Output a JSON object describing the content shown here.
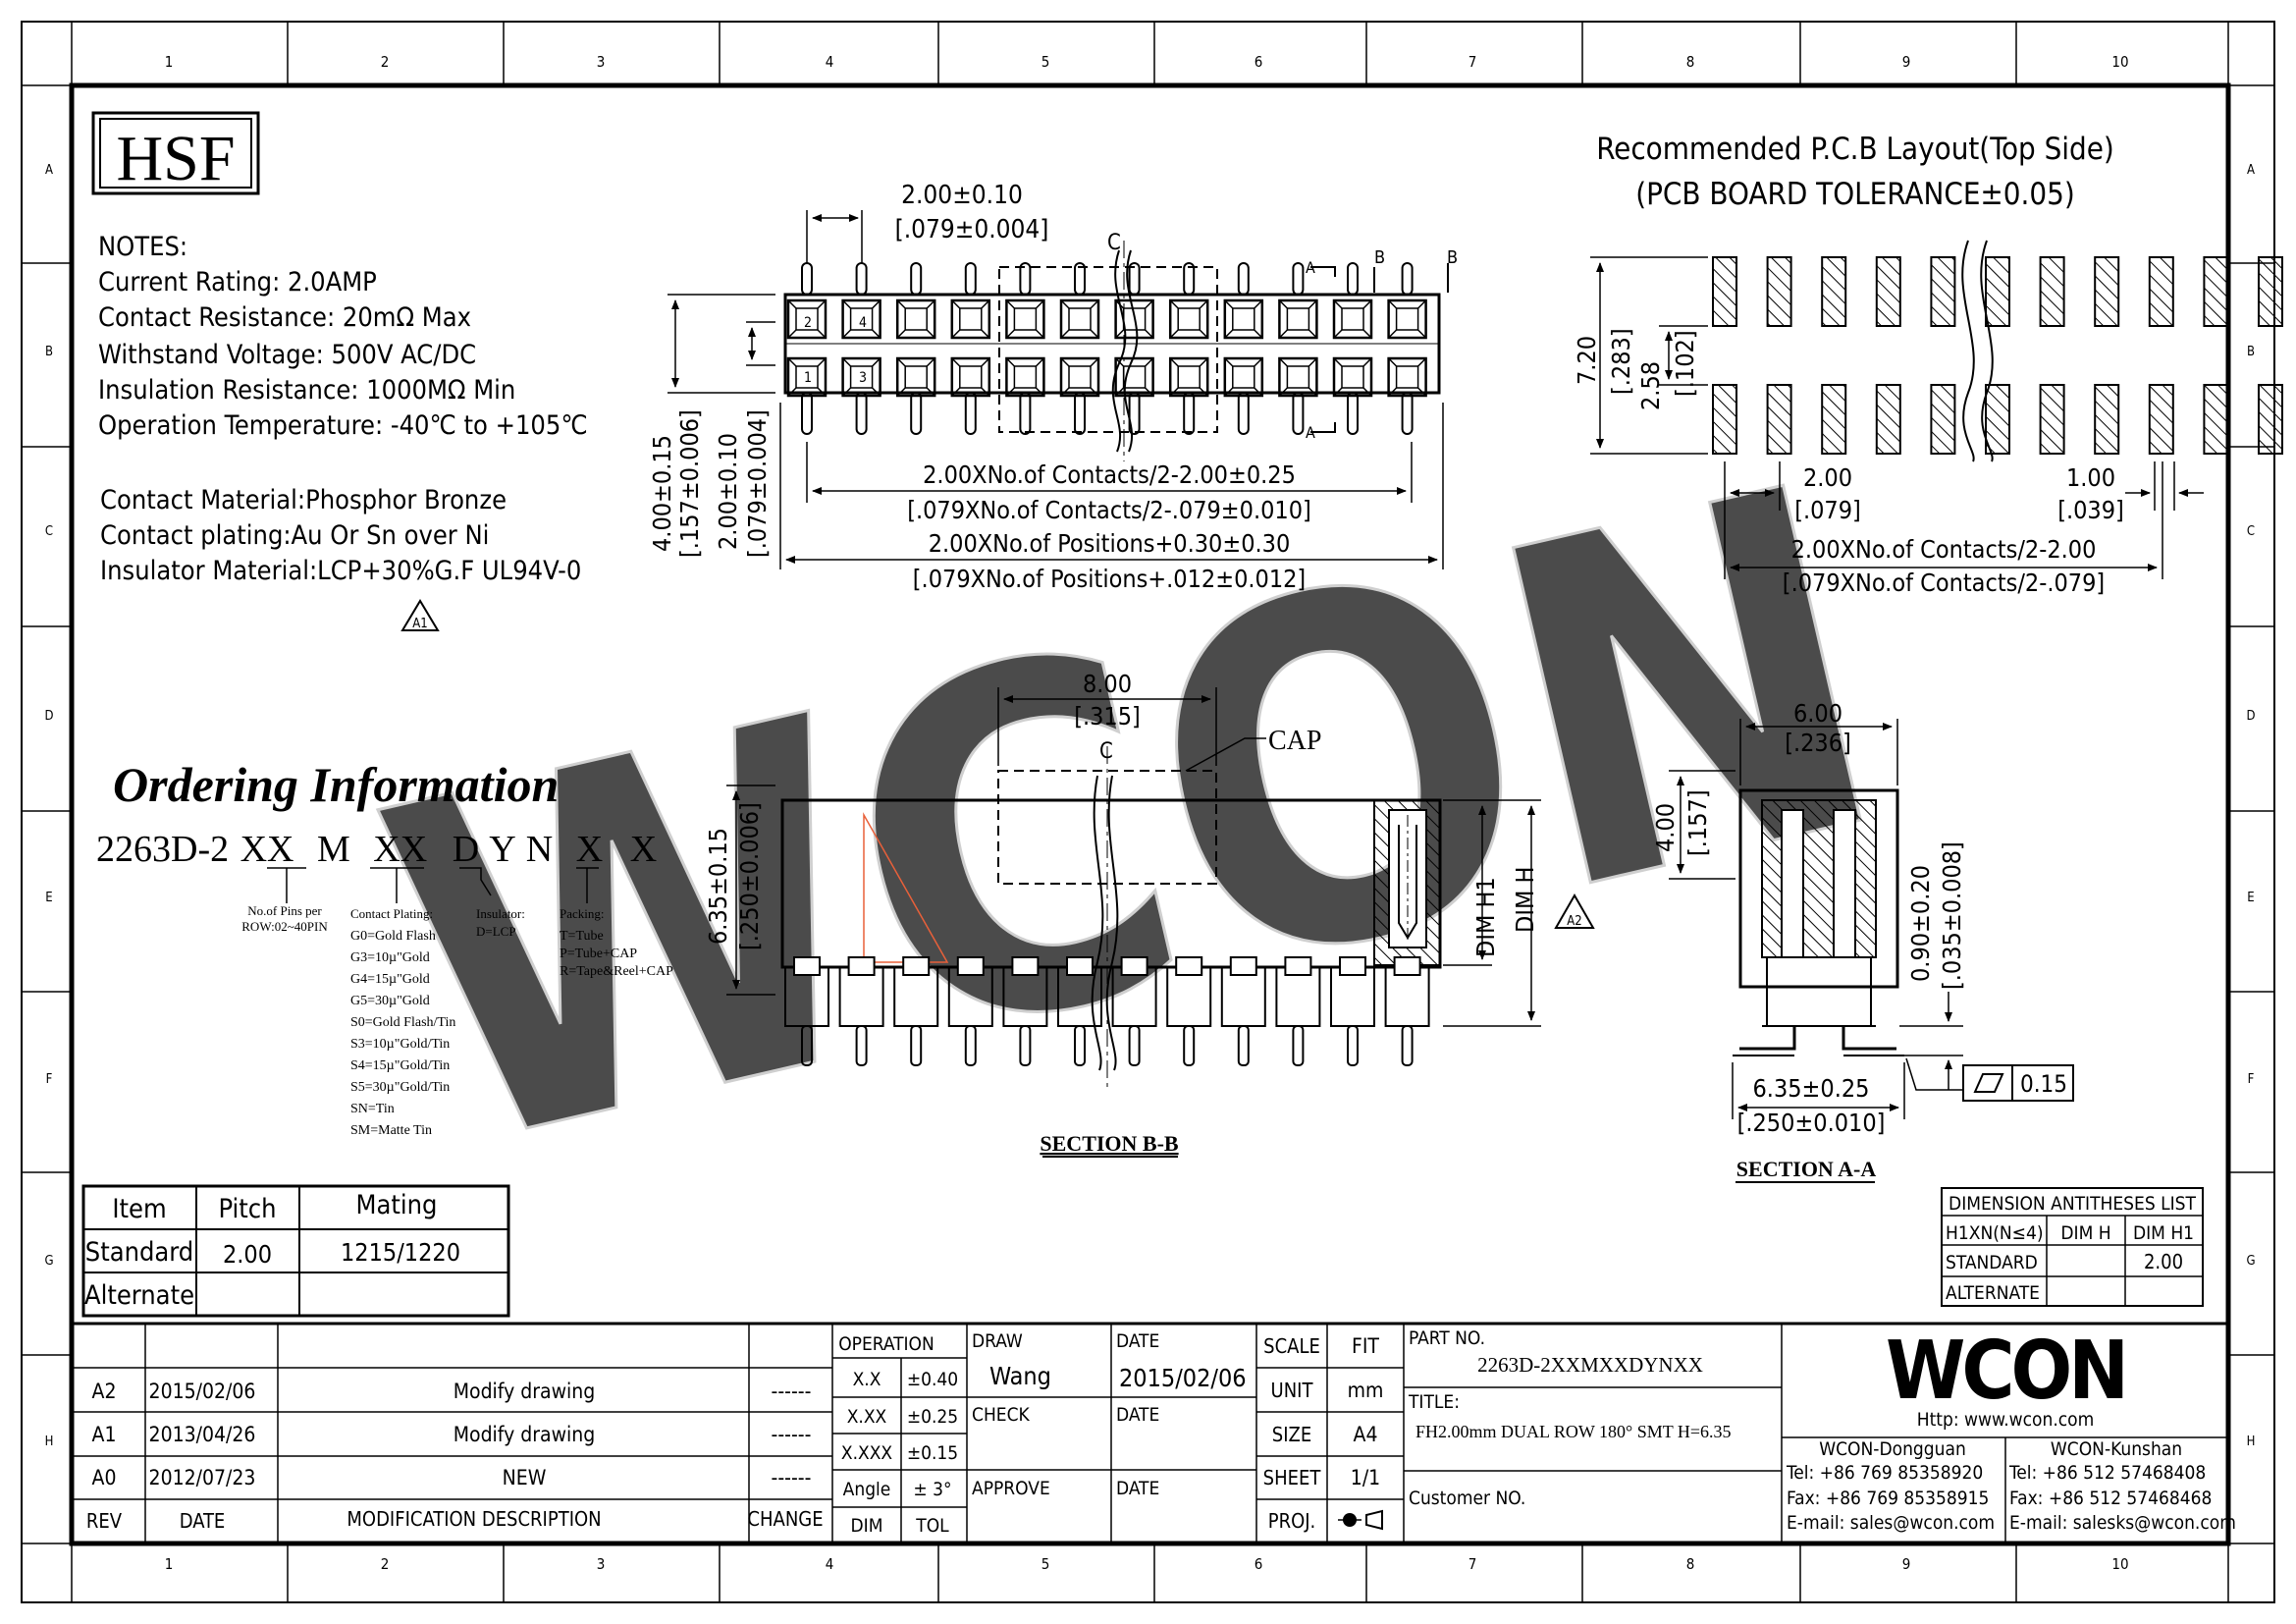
{
  "frame": {
    "columns": [
      "1",
      "2",
      "3",
      "4",
      "5",
      "6",
      "7",
      "8",
      "9",
      "10"
    ],
    "rows": [
      "A",
      "B",
      "C",
      "D",
      "E",
      "F",
      "G",
      "H"
    ]
  },
  "logo": {
    "text": "HSF"
  },
  "watermark": {
    "text": "WCON"
  },
  "notes": {
    "title": "NOTES:",
    "lines": [
      "Current Rating: 2.0AMP",
      "Contact Resistance: 20mΩ Max",
      "Withstand Voltage: 500V AC/DC",
      "Insulation Resistance: 1000MΩ Min",
      "Operation Temperature: -40℃ to +105℃"
    ],
    "materials": [
      "Contact Material:Phosphor Bronze",
      "Contact plating:Au Or Sn over Ni",
      "Insulator Material:LCP+30%G.F UL94V-0"
    ],
    "rev_marker": "A1"
  },
  "ordering": {
    "title": "Ordering Information",
    "code": "2263D-2XXMXXDYNXX",
    "code_parts": [
      "2263D-2",
      "XX",
      "M",
      "XX",
      "D",
      "Y",
      "N",
      "X",
      "X"
    ],
    "pins_label": [
      "No.of Pins per",
      "ROW:02~40PIN"
    ],
    "plating_title": "Contact Plating:",
    "plating_options": [
      "G0=Gold Flash",
      "G3=10µ\"Gold",
      "G4=15µ\"Gold",
      "G5=30µ\"Gold",
      "S0=Gold Flash/Tin",
      "S3=10µ\"Gold/Tin",
      "S4=15µ\"Gold/Tin",
      "S5=30µ\"Gold/Tin",
      "SN=Tin",
      "SM=Matte Tin"
    ],
    "insulator_title": "Insulator:",
    "insulator_value": "D=LCP",
    "packing_title": "Packing:",
    "packing_options": [
      "T=Tube",
      "P=Tube+CAP",
      "R=Tape&Reel+CAP"
    ]
  },
  "pitch_table": {
    "headers": [
      "Item",
      "Pitch",
      "Mating"
    ],
    "rows": [
      [
        "Standard",
        "2.00",
        "1215/1220"
      ],
      [
        "Alternate",
        "",
        ""
      ]
    ]
  },
  "top_view": {
    "pitch_dim": "2.00±0.10",
    "pitch_dim_in": "[.079±0.004]",
    "center_mark": "C",
    "section_marks": [
      "A",
      "A",
      "B",
      "B"
    ],
    "pin_numbers": [
      "2",
      "4",
      "1",
      "3"
    ],
    "height_dim": "4.00±0.15",
    "height_dim_in": "[.157±0.006]",
    "row_dim": "2.00±0.10",
    "row_dim_in": "[.079±0.004]",
    "contacts_dim": "2.00XNo.of Contacts/2-2.00±0.25",
    "contacts_dim_in": "[.079XNo.of Contacts/2-.079±0.010]",
    "positions_dim": "2.00XNo.of Positions+0.30±0.30",
    "positions_dim_in": "[.079XNo.of Positions+.012±0.012]"
  },
  "pcb_layout": {
    "title": "Recommended P.C.B Layout(Top Side)",
    "subtitle": "(PCB BOARD TOLERANCE±0.05)",
    "dim_720": "7.20",
    "dim_720_in": "[.283]",
    "dim_258": "2.58",
    "dim_258_in": "[.102]",
    "dim_pitch": "2.00",
    "dim_pitch_in": "[.079]",
    "dim_pad": "1.00",
    "dim_pad_in": "[.039]",
    "dim_contacts": "2.00XNo.of Contacts/2-2.00",
    "dim_contacts_in": "[.079XNo.of Contacts/2-.079]"
  },
  "section_bb": {
    "title": "SECTION B-B",
    "cap_label": "CAP",
    "center_mark": "C",
    "cap_width": "8.00",
    "cap_width_in": "[.315]",
    "height": "6.35±0.15",
    "height_in": "[.250±0.006]",
    "dim_h1": "DIM H1",
    "dim_h": "DIM H",
    "rev_marker": "A2"
  },
  "section_aa": {
    "title": "SECTION A-A",
    "width": "6.00",
    "width_in": "[.236]",
    "cap_h": "4.00",
    "cap_h_in": "[.157]",
    "standoff": "0.90±0.20",
    "standoff_in": "[.035±0.008]",
    "span": "6.35±0.25",
    "span_in": "[.250±0.010]",
    "flatness": "0.15"
  },
  "dim_table": {
    "title": "DIMENSION ANTITHESES LIST",
    "headers": [
      "H1XN(N≤4)",
      "DIM H",
      "DIM H1"
    ],
    "rows": [
      [
        "STANDARD",
        "",
        "2.00"
      ],
      [
        "ALTERNATE",
        "",
        ""
      ]
    ]
  },
  "revisions": {
    "headers": [
      "REV",
      "DATE",
      "MODIFICATION DESCRIPTION",
      "CHANGE"
    ],
    "rows": [
      [
        "A2",
        "2015/02/06",
        "Modify drawing",
        "------"
      ],
      [
        "A1",
        "2013/04/26",
        "Modify drawing",
        "------"
      ],
      [
        "A0",
        "2012/07/23",
        "NEW",
        "------"
      ]
    ]
  },
  "tolerances": {
    "header": "OPERATION",
    "rows": [
      [
        "X.X",
        "±0.40"
      ],
      [
        "X.XX",
        "±0.25"
      ],
      [
        "X.XXX",
        "±0.15"
      ],
      [
        "Angle",
        "± 3°"
      ]
    ],
    "footer": [
      "DIM",
      "TOL"
    ]
  },
  "signoff": {
    "draw_label": "DRAW",
    "draw_value": "Wang",
    "date_label": "DATE",
    "draw_date": "2015/02/06",
    "check_label": "CHECK",
    "approve_label": "APPROVE"
  },
  "scale_block": {
    "rows": [
      [
        "SCALE",
        "FIT"
      ],
      [
        "UNIT",
        "mm"
      ],
      [
        "SIZE",
        "A4"
      ],
      [
        "SHEET",
        "1/1"
      ],
      [
        "PROJ.",
        ""
      ]
    ]
  },
  "part": {
    "part_no_label": "PART NO.",
    "part_no": "2263D-2XXMXXDYNXX",
    "title_label": "TITLE:",
    "title": "FH2.00mm DUAL ROW 180° SMT H=6.35",
    "customer_label": "Customer NO."
  },
  "company": {
    "name": "WCON",
    "website": "Http: www.wcon.com",
    "dongguan": {
      "name": "WCON-Dongguan",
      "tel": "Tel: +86 769 85358920",
      "fax": "Fax: +86 769 85358915",
      "email": "E-mail: sales@wcon.com"
    },
    "kunshan": {
      "name": "WCON-Kunshan",
      "tel": "Tel: +86 512 57468408",
      "fax": "Fax: +86 512 57468468",
      "email": "E-mail: salesks@wcon.com"
    }
  }
}
